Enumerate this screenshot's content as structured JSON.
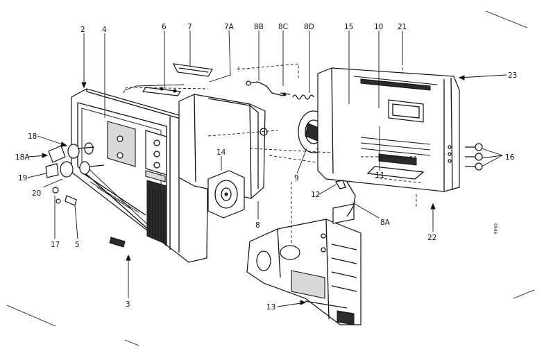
{
  "diagram": {
    "type": "exploded-parts-view",
    "part_numbers": {
      "p2": "2",
      "p4": "4",
      "p6": "6",
      "p7": "7",
      "p7a": "7A",
      "p8b": "8B",
      "p8c": "8C",
      "p8d": "8D",
      "p15": "15",
      "p10": "10",
      "p21": "21",
      "p23": "23",
      "p18": "18",
      "p18a": "18A",
      "p19": "19",
      "p20": "20",
      "p14": "14",
      "p9": "9",
      "p12": "12",
      "p11": "11",
      "p16": "16",
      "p8a": "8A",
      "p8": "8",
      "p17": "17",
      "p5": "5",
      "p22": "22",
      "p3": "3",
      "p13": "13"
    },
    "drawing_code": "0946"
  }
}
